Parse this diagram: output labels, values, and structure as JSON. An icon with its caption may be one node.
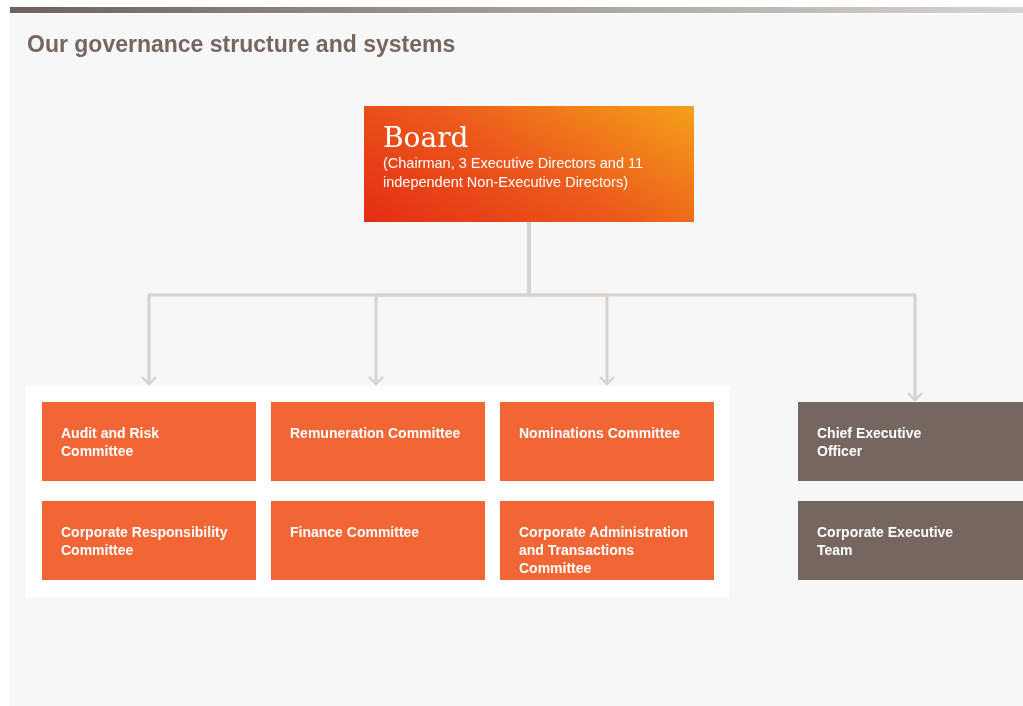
{
  "diagram": {
    "title": "Our governance structure and systems",
    "nodes": [
      {
        "text": [
          "Board",
          "(Chairman, 3 Executive Directors and 11 independent Non-Executive Directors)"
        ]
      },
      {
        "text": [],
        "shape": "box"
      },
      {
        "text": [
          "Audit and Risk Committee"
        ],
        "in": 1
      },
      {
        "text": [
          "Remuneration Committee"
        ],
        "in": 1
      },
      {
        "text": [
          "Nominations Committee"
        ],
        "in": 1
      },
      {
        "text": [
          "Corporate Responsibility Committee"
        ],
        "in": 1
      },
      {
        "text": [
          "Finance Committee"
        ],
        "in": 1
      },
      {
        "text": [
          "Corporate Administration and Transactions Committee"
        ],
        "in": 1
      },
      {
        "text": [
          "Chief Executive Officer"
        ]
      },
      {
        "text": [
          "Corporate Executive Team"
        ]
      }
    ],
    "edges": [
      {
        "from": 0,
        "to": 1,
        "arrow": "to"
      },
      {
        "from": 0,
        "to": 1,
        "arrow": "to"
      },
      {
        "from": 0,
        "to": 1,
        "arrow": "to"
      },
      {
        "from": 0,
        "to": 8,
        "arrow": "to"
      }
    ]
  }
}
